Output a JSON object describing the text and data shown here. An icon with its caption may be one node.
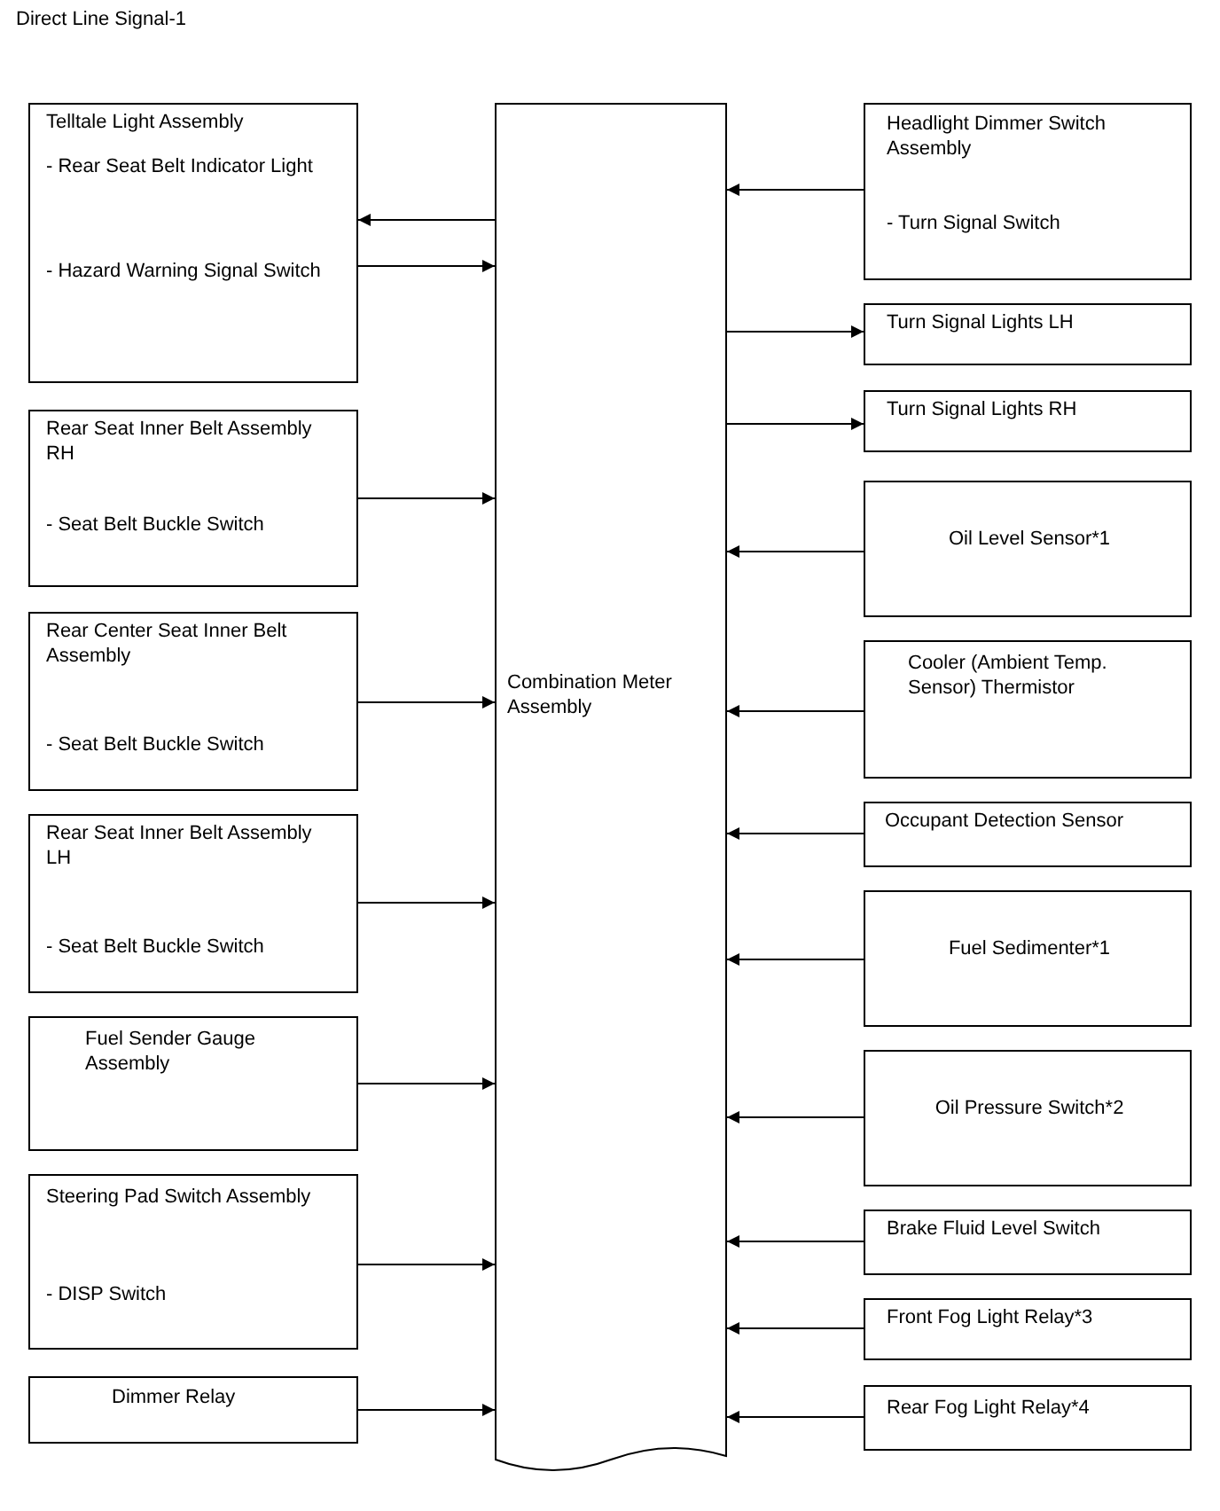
{
  "diagram": {
    "title": "Direct Line Signal-1",
    "nodes": [
      {
        "text": [
          "Telltale Light Assembly",
          "- Rear Seat Belt Indicator Light",
          "- Hazard Warning Signal Switch"
        ]
      },
      {
        "text": [
          "Rear Seat Inner Belt Assembly RH",
          "- Seat Belt Buckle Switch"
        ]
      },
      {
        "text": [
          "Rear Center Seat Inner Belt Assembly",
          "- Seat Belt Buckle Switch"
        ]
      },
      {
        "text": [
          "Rear Seat Inner Belt Assembly LH",
          "- Seat Belt Buckle Switch"
        ]
      },
      {
        "text": [
          "Fuel Sender Gauge Assembly"
        ]
      },
      {
        "text": [
          "Steering Pad Switch Assembly",
          "- DISP Switch"
        ]
      },
      {
        "text": [
          "Dimmer Relay"
        ]
      },
      {
        "text": [
          "Combination Meter Assembly"
        ]
      },
      {
        "text": [
          "Headlight Dimmer Switch Assembly",
          "- Turn Signal Switch"
        ]
      },
      {
        "text": [
          "Turn Signal Lights LH"
        ]
      },
      {
        "text": [
          "Turn Signal Lights RH"
        ]
      },
      {
        "text": [
          "Oil Level Sensor*1"
        ]
      },
      {
        "text": [
          "Cooler (Ambient Temp. Sensor) Thermistor"
        ]
      },
      {
        "text": [
          "Occupant Detection Sensor"
        ]
      },
      {
        "text": [
          "Fuel Sedimenter*1"
        ]
      },
      {
        "text": [
          "Oil Pressure Switch*2"
        ]
      },
      {
        "text": [
          "Brake Fluid Level Switch"
        ]
      },
      {
        "text": [
          "Front Fog Light Relay*3"
        ]
      },
      {
        "text": [
          "Rear Fog Light Relay*4"
        ]
      }
    ],
    "edges": [
      {
        "from": 7,
        "to": 0,
        "arrow": "to"
      },
      {
        "from": 0,
        "to": 7,
        "arrow": "to"
      },
      {
        "from": 1,
        "to": 7,
        "arrow": "to"
      },
      {
        "from": 2,
        "to": 7,
        "arrow": "to"
      },
      {
        "from": 3,
        "to": 7,
        "arrow": "to"
      },
      {
        "from": 4,
        "to": 7,
        "arrow": "to"
      },
      {
        "from": 5,
        "to": 7,
        "arrow": "to"
      },
      {
        "from": 6,
        "to": 7,
        "arrow": "to"
      },
      {
        "from": 8,
        "to": 7,
        "arrow": "to"
      },
      {
        "from": 7,
        "to": 9,
        "arrow": "to"
      },
      {
        "from": 7,
        "to": 10,
        "arrow": "to"
      },
      {
        "from": 11,
        "to": 7,
        "arrow": "to"
      },
      {
        "from": 12,
        "to": 7,
        "arrow": "to"
      },
      {
        "from": 13,
        "to": 7,
        "arrow": "to"
      },
      {
        "from": 14,
        "to": 7,
        "arrow": "to"
      },
      {
        "from": 15,
        "to": 7,
        "arrow": "to"
      },
      {
        "from": 16,
        "to": 7,
        "arrow": "to"
      },
      {
        "from": 17,
        "to": 7,
        "arrow": "to"
      },
      {
        "from": 18,
        "to": 7,
        "arrow": "to"
      }
    ]
  }
}
